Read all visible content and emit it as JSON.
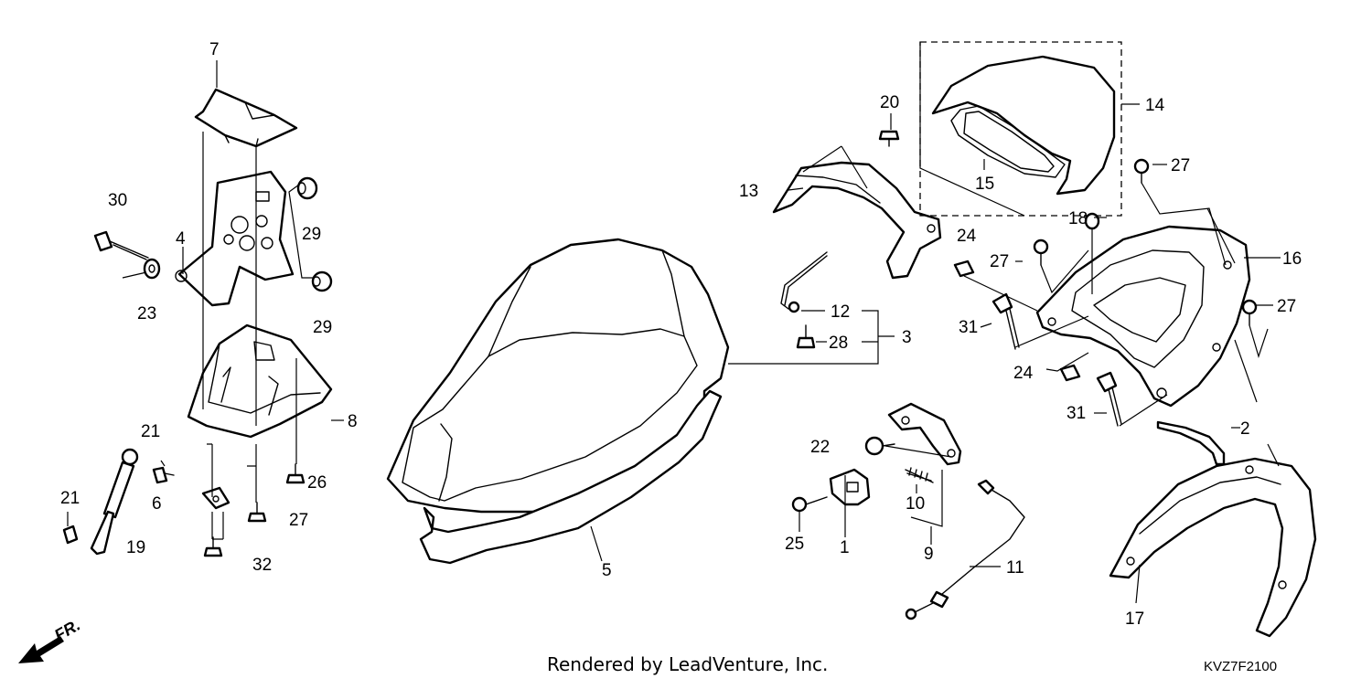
{
  "diagram": {
    "labels": [
      {
        "id": "p7",
        "text": "7"
      },
      {
        "id": "p30",
        "text": "30"
      },
      {
        "id": "p29a",
        "text": "29"
      },
      {
        "id": "p4",
        "text": "4"
      },
      {
        "id": "p23",
        "text": "23"
      },
      {
        "id": "p29b",
        "text": "29"
      },
      {
        "id": "p8",
        "text": "8"
      },
      {
        "id": "p21a",
        "text": "21"
      },
      {
        "id": "p26",
        "text": "26"
      },
      {
        "id": "p21b",
        "text": "21"
      },
      {
        "id": "p6",
        "text": "6"
      },
      {
        "id": "p27a",
        "text": "27"
      },
      {
        "id": "p19",
        "text": "19"
      },
      {
        "id": "p32",
        "text": "32"
      },
      {
        "id": "p5",
        "text": "5"
      },
      {
        "id": "p20",
        "text": "20"
      },
      {
        "id": "p13",
        "text": "13"
      },
      {
        "id": "p14",
        "text": "14"
      },
      {
        "id": "p15",
        "text": "15"
      },
      {
        "id": "p27b",
        "text": "27"
      },
      {
        "id": "p18",
        "text": "18"
      },
      {
        "id": "p24a",
        "text": "24"
      },
      {
        "id": "p27c",
        "text": "27"
      },
      {
        "id": "p16",
        "text": "16"
      },
      {
        "id": "p12",
        "text": "12"
      },
      {
        "id": "p3",
        "text": "3"
      },
      {
        "id": "p28",
        "text": "28"
      },
      {
        "id": "p31a",
        "text": "31"
      },
      {
        "id": "p27d",
        "text": "27"
      },
      {
        "id": "p24b",
        "text": "24"
      },
      {
        "id": "p31b",
        "text": "31"
      },
      {
        "id": "p2",
        "text": "2"
      },
      {
        "id": "p22",
        "text": "22"
      },
      {
        "id": "p10",
        "text": "10"
      },
      {
        "id": "p25",
        "text": "25"
      },
      {
        "id": "p1",
        "text": "1"
      },
      {
        "id": "p9",
        "text": "9"
      },
      {
        "id": "p11",
        "text": "11"
      },
      {
        "id": "p17",
        "text": "17"
      }
    ],
    "direction_marker": "FR.",
    "credit": "Rendered by LeadVenture, Inc.",
    "diagram_code": "KVZ7F2100"
  }
}
